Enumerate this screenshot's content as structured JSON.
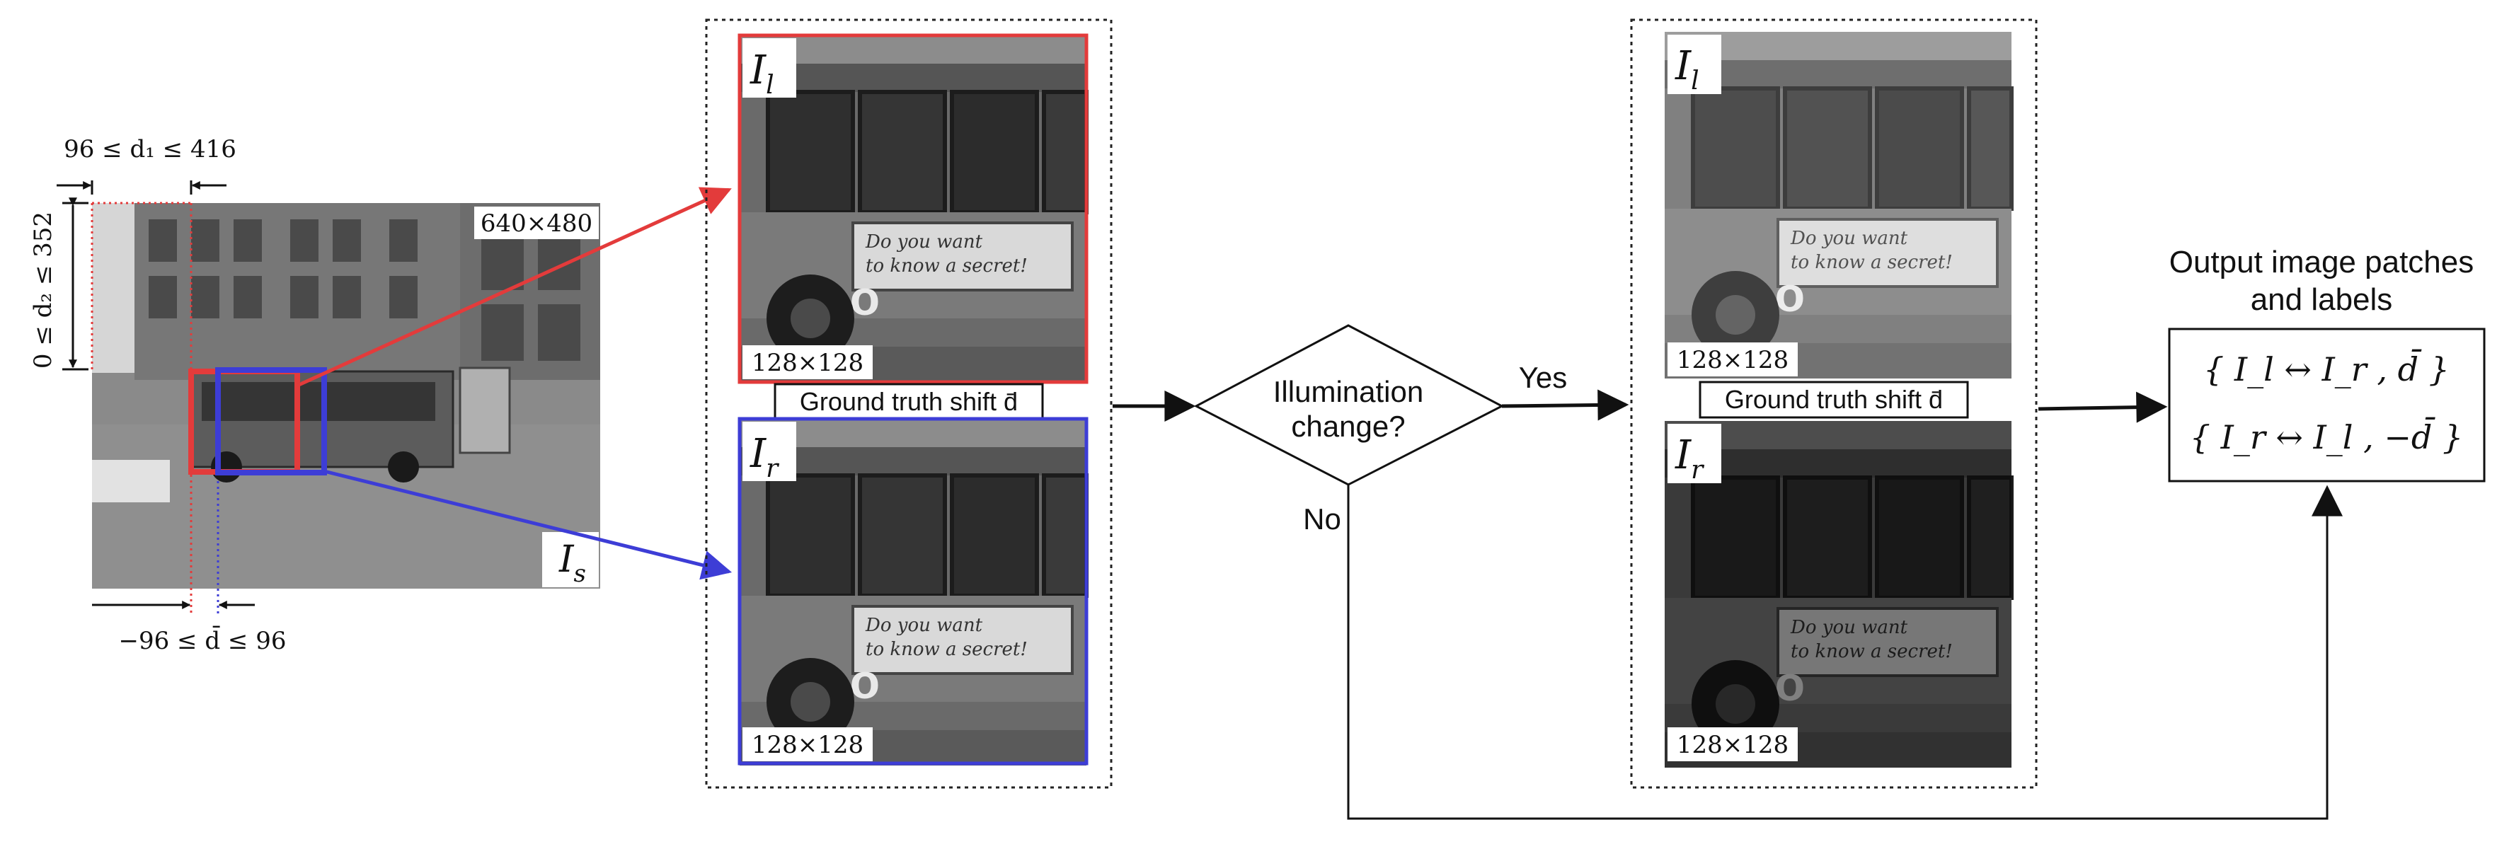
{
  "source": {
    "size_label": "640×480",
    "patch_symbol": "I",
    "patch_subscript": "s",
    "dim_h_label": "96 ≤ d₁ ≤ 416",
    "dim_v_label": "0 ≤ d₂ ≤ 352",
    "dim_shift_label": "−96 ≤ d̄ ≤ 96"
  },
  "left_patches": {
    "top": {
      "symbol": "I",
      "subscript": "l",
      "size_label": "128×128",
      "frame_color": "#e33b3b"
    },
    "bottom": {
      "symbol": "I",
      "subscript": "r",
      "size_label": "128×128",
      "frame_color": "#3d3dd6"
    },
    "shift_label": "Ground truth shift  d̄"
  },
  "decision": {
    "line1": "Illumination",
    "line2": "change?",
    "yes_label": "Yes",
    "no_label": "No"
  },
  "right_patches": {
    "top": {
      "symbol": "I",
      "subscript": "l",
      "size_label": "128×128"
    },
    "bottom": {
      "symbol": "I",
      "subscript": "r",
      "size_label": "128×128"
    },
    "shift_label": "Ground truth shift  d̄"
  },
  "output": {
    "title_line1": "Output image patches",
    "title_line2": "and labels",
    "label1": "{ I_l ↔ I_r , d̄ }",
    "label2": "{ I_r ↔ I_l , −d̄ }"
  }
}
